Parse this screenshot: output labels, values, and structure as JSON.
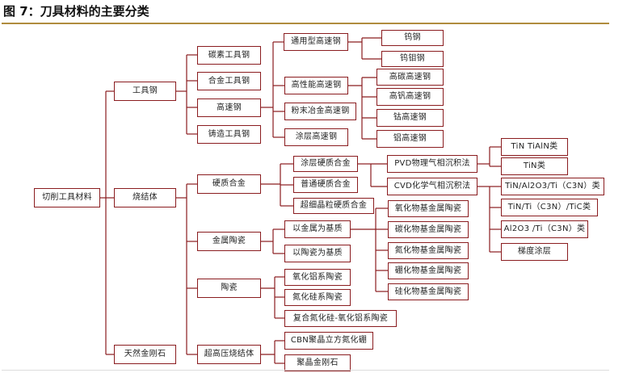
{
  "title": "图 7：刀具材料的主要分类",
  "nodes": {
    "root": "切削工具材料",
    "tool_steel": "工具钢",
    "carbide": "烧结体",
    "diamond_natural": "天然金刚石",
    "carbon_tool_steel": "碳素工具钢",
    "alloy_tool_steel": "合金工具钢",
    "hss": "高速钢",
    "cast_tool_steel": "铸造工具钢",
    "general_hss": "通用型高速钢",
    "high_perf_hss": "高性能高速钢",
    "pm_hss": "粉末冶金高速钢",
    "coated_hss": "涂层高速钢",
    "tungsten": "钨钢",
    "tungsten_mo": "钨钼钢",
    "high_carbon_hss": "高碳高速钢",
    "high_v_hss": "高钒高速钢",
    "cobalt_hss": "钴高速钢",
    "al_hss": "铝高速钢",
    "hard_alloy": "硬质合金",
    "cermet": "金属陶瓷",
    "ceramic": "陶瓷",
    "superhard": "超高压烧结体",
    "coated_carbide": "涂层硬质合金",
    "plain_carbide": "普通硬质合金",
    "ultrafine_carbide": "超细晶粒硬质合金",
    "metal_based": "以金属为基质",
    "ceramic_based": "以陶瓷为基质",
    "alumina": "氧化铝系陶瓷",
    "si_nitride": "氮化硅系陶瓷",
    "composite": "复合氮化硅-氧化铝系陶瓷",
    "cbn": "CBN聚晶立方氮化硼",
    "pcd": "聚晶金刚石",
    "pvd": "PVD物理气相沉积法",
    "cvd": "CVD化学气相沉积法",
    "tin_tialn": "TiN TiAlN类",
    "tin": "TiN类",
    "tin_al2o3_ti": "TiN/Al2O3/Ti（C3N）类",
    "tin_ti_tic": "TiN/Ti（C3N）/TiC类",
    "al2o3_ti": "Al2O3 /Ti（C3N）类",
    "gradient": "梯度涂层",
    "oxide_cermet": "氧化物基金属陶瓷",
    "carbide_cermet": "碳化物基金属陶瓷",
    "nitride_cermet": "氮化物基金属陶瓷",
    "boride_cermet": "硼化物基金属陶瓷",
    "silicide_cermet": "硅化物基金属陶瓷"
  }
}
